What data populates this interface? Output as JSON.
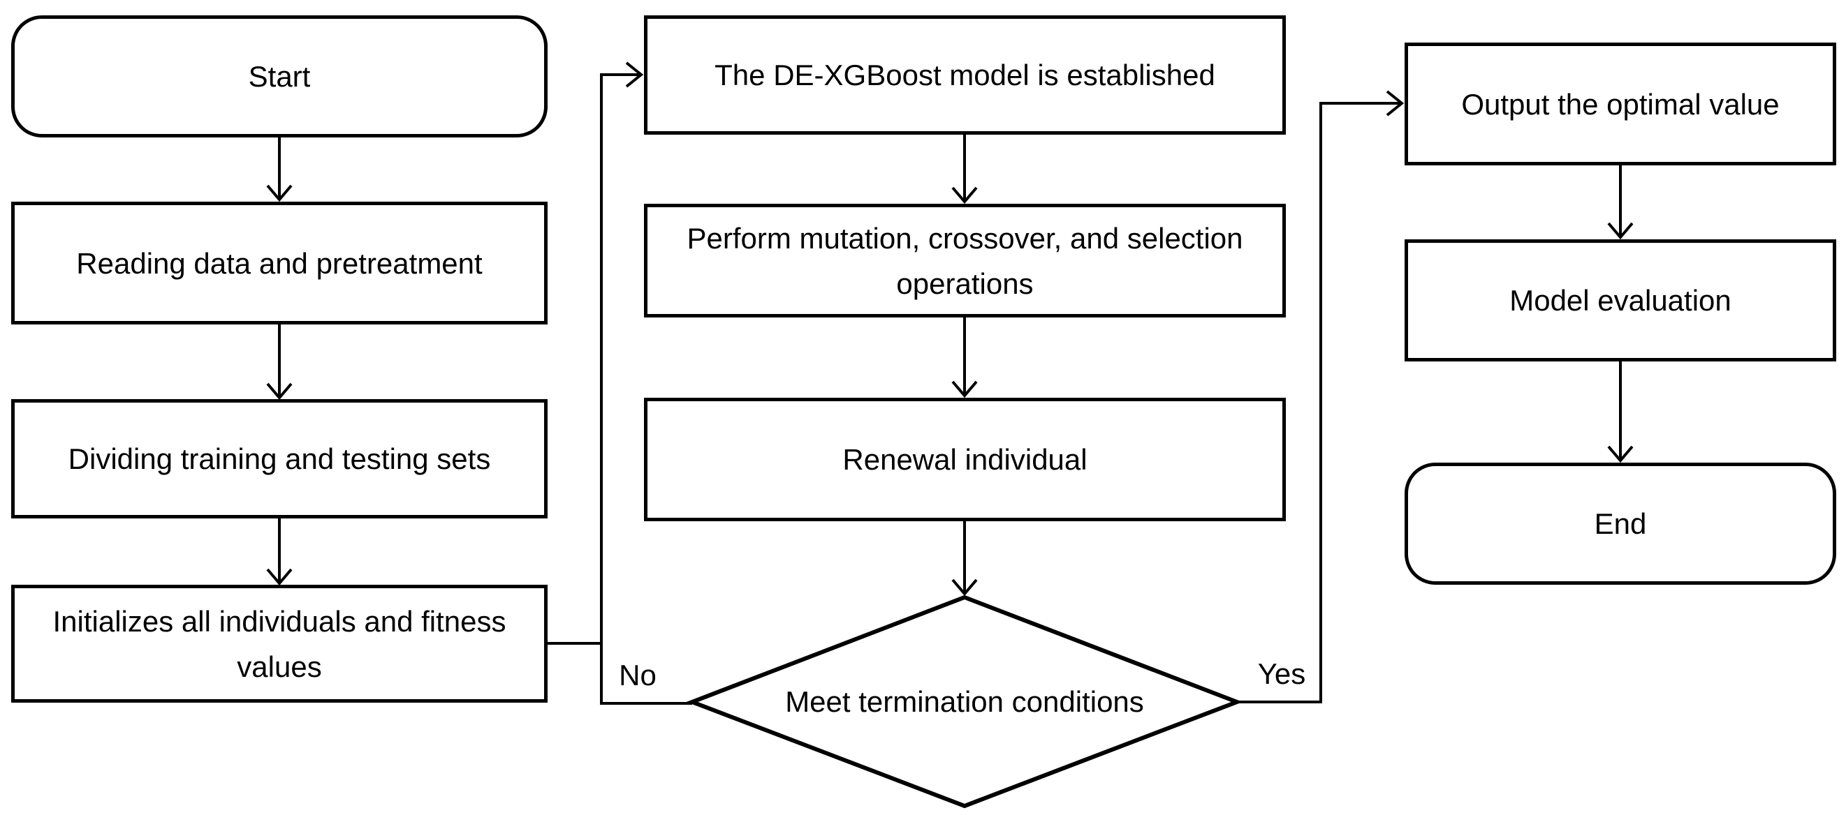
{
  "figure": {
    "type": "flowchart",
    "background_color": "#ffffff",
    "line_color": "#000000",
    "text_color": "#000000",
    "nodes": {
      "start": {
        "label": "Start",
        "shape": "rounded-start-terminator"
      },
      "reading": {
        "label": "Reading data and pretreatment",
        "shape": "process-rect"
      },
      "dividing": {
        "label": "Dividing training and testing sets",
        "shape": "process-rect"
      },
      "initializes": {
        "label": "Initializes all individuals and fitness values",
        "line1": "Initializes all individuals and fitness",
        "line2": "values",
        "shape": "process-rect"
      },
      "model": {
        "label": "The DE-XGBoost model is established",
        "shape": "process-rect"
      },
      "perform": {
        "label": "Perform mutation, crossover, and selection operations",
        "line1": "Perform mutation, crossover, and selection",
        "line2": "operations",
        "shape": "process-rect"
      },
      "renewal": {
        "label": "Renewal individual",
        "shape": "process-rect"
      },
      "decision": {
        "label": "Meet termination conditions",
        "shape": "decision-diamond"
      },
      "output": {
        "label": "Output the optimal value",
        "shape": "process-rect"
      },
      "evaluation": {
        "label": "Model evaluation",
        "shape": "process-rect"
      },
      "end": {
        "label": "End",
        "shape": "rounded-end-terminator"
      }
    },
    "edge_labels": {
      "no": "No",
      "yes": "Yes"
    }
  }
}
